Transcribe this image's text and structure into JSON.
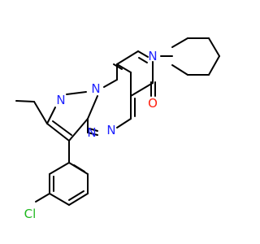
{
  "colors": {
    "background": "#ffffff",
    "bond": "#000000",
    "nitrogen": "#1f23ff",
    "oxygen": "#ff1e0d",
    "chlorine": "#1fb81f"
  },
  "atoms": {
    "n_cy": "N",
    "o_carbonyl": "O",
    "n_bridge": "N",
    "n_pyrazole": "N",
    "n_triazine_1": "N",
    "n_triazine_2": "N",
    "cl": "Cl"
  }
}
